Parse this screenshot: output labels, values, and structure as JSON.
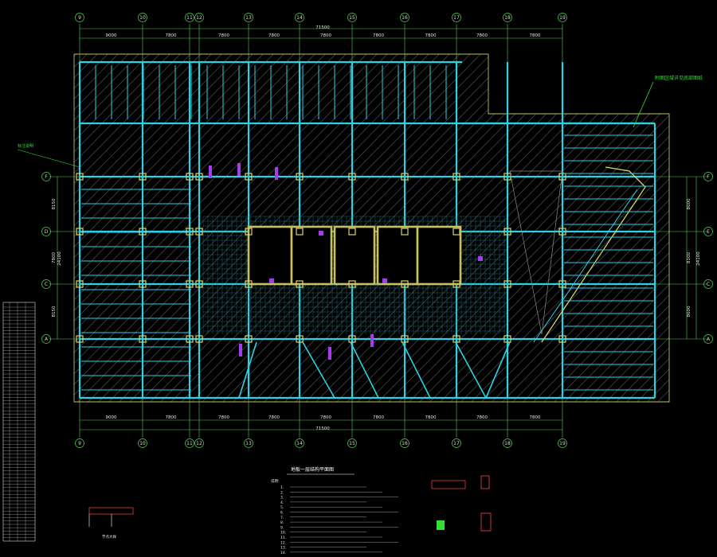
{
  "drawing": {
    "title": "地板一层结构平面图",
    "overall_dimension_top": "71500",
    "overall_dimension_bottom": "71500",
    "vertical_axes": [
      "9",
      "10",
      "11",
      "12",
      "13",
      "14",
      "15",
      "16",
      "17",
      "18",
      "19"
    ],
    "horizontal_axes_left": [
      "F",
      "D",
      "C",
      "A"
    ],
    "horizontal_axes_right": [
      "F",
      "E",
      "C",
      "A"
    ],
    "top_span_dimensions": [
      "9000",
      "7800",
      "7800",
      "7800",
      "7800",
      "7800",
      "7800",
      "7800",
      "7800"
    ],
    "bottom_span_dimensions": [
      "9000",
      "7800",
      "7800",
      "7800",
      "7800",
      "7800",
      "7800",
      "7800",
      "7800"
    ],
    "left_span_dimensions": [
      "8150",
      "7800",
      "8150"
    ],
    "left_total": "24100",
    "right_span_dimensions": [
      "8000",
      "8100",
      "8000"
    ],
    "right_total": "24100",
    "annotation_right": "附图区域详见底部图纸",
    "annotation_left": "标注说明",
    "notes_heading": "说明:",
    "notes": [
      "1.",
      "2.",
      "3.",
      "4.",
      "5.",
      "6.",
      "7.",
      "8.",
      "9.",
      "10.",
      "11.",
      "12.",
      "13.",
      "14."
    ],
    "detail_label": "节点大样"
  },
  "colors": {
    "background": "#000000",
    "structure": "#29d3e3",
    "axis_line": "#4fd24f",
    "hatch": "#5a5a5a",
    "column": "#d9d06a",
    "highlight": "#a43cf0",
    "annotation": "#31e031",
    "text": "#e8e8e8"
  }
}
